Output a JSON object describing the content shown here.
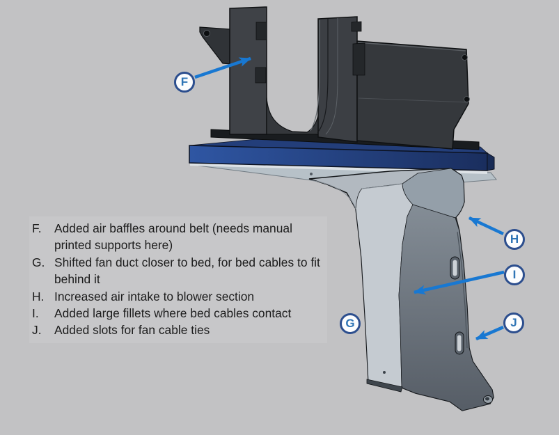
{
  "figure": {
    "type": "cad-annotation-slide",
    "description": "3D CAD view of a printer fan-duct and belt-holder assembly hanging under a blue mounting plate, with lettered design-change callouts"
  },
  "colors": {
    "background": "#c2c2c4",
    "callout_arrow_blue": "#1878d2",
    "label_circle_border": "#2c4e8e",
    "label_letter_blue": "#2e74b5",
    "body_text": "#1c1c1c",
    "dark_part_gray": "#3a3d41",
    "blue_plate_navy": "#24407c",
    "duct_light_gray": "#c5cbd1",
    "duct_dark_gray": "#5d646c"
  },
  "callouts": [
    {
      "letter": "F",
      "prefix": "F.",
      "text": "Added air baffles around belt (needs manual printed supports here)"
    },
    {
      "letter": "G",
      "prefix": "G.",
      "text": "Shifted fan duct closer to bed, for bed cables to fit behind it"
    },
    {
      "letter": "H",
      "prefix": "H.",
      "text": "Increased air intake to blower section"
    },
    {
      "letter": "I",
      "prefix": "I.",
      "text": "Added large fillets where bed cables contact"
    },
    {
      "letter": "J",
      "prefix": "J.",
      "text": "Added slots for fan cable ties"
    }
  ]
}
